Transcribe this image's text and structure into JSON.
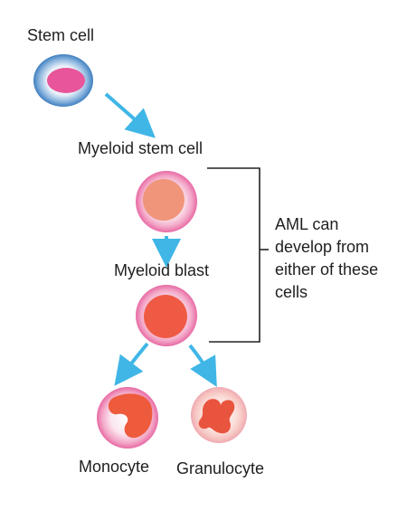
{
  "labels": {
    "stem_cell": "Stem cell",
    "myeloid_stem_cell": "Myeloid stem cell",
    "myeloid_blast": "Myeloid blast",
    "monocyte": "Monocyte",
    "granulocyte": "Granulocyte"
  },
  "annotation": {
    "lines": [
      "AML can",
      "develop from",
      "either of these",
      "cells"
    ]
  },
  "colors": {
    "arrow": "#3fb6e6",
    "bracket": "#222222",
    "stem_outer": "#3f86c4",
    "stem_nucleus": "#e8559a",
    "myeloid_nucleus": "#f0957a",
    "blast_nucleus": "#ef5a45",
    "monocyte_nucleus": "#ee5a3c",
    "granulocyte_nucleus": "#e9543e"
  }
}
